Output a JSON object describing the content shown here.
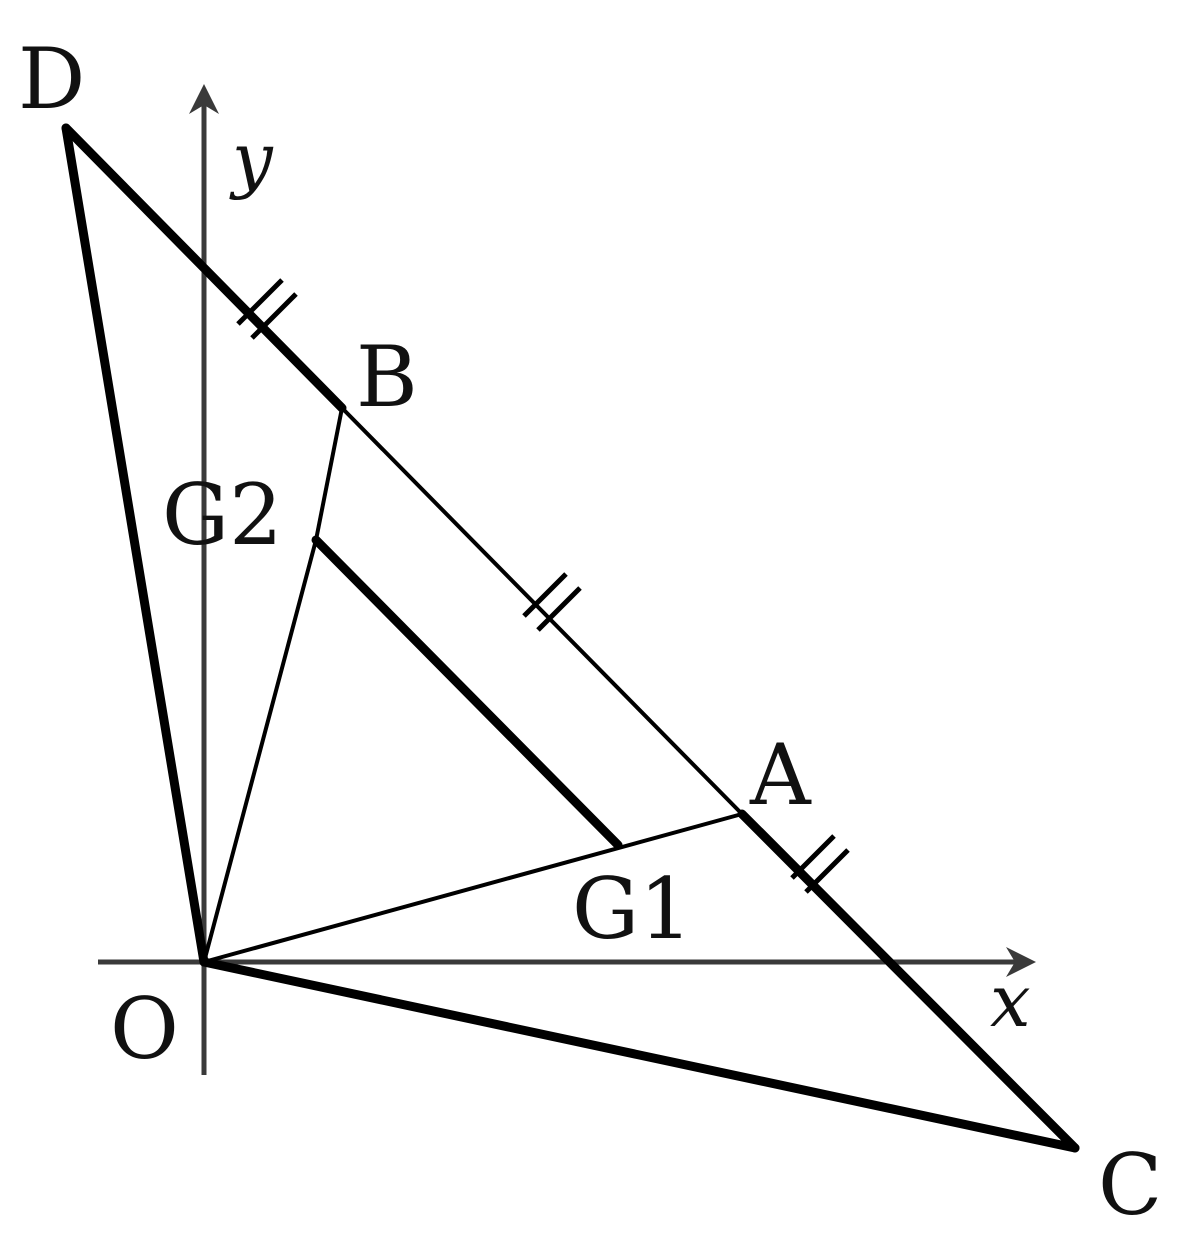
{
  "diagram": {
    "axes": {
      "x_label": "x",
      "y_label": "y"
    },
    "points": {
      "O": "O",
      "A": "A",
      "B": "B",
      "C": "C",
      "D": "D",
      "G1": "G1",
      "G2": "G2"
    },
    "colors": {
      "axis": "#3a3a3a",
      "stroke": "#000000",
      "text": "#111111"
    }
  }
}
